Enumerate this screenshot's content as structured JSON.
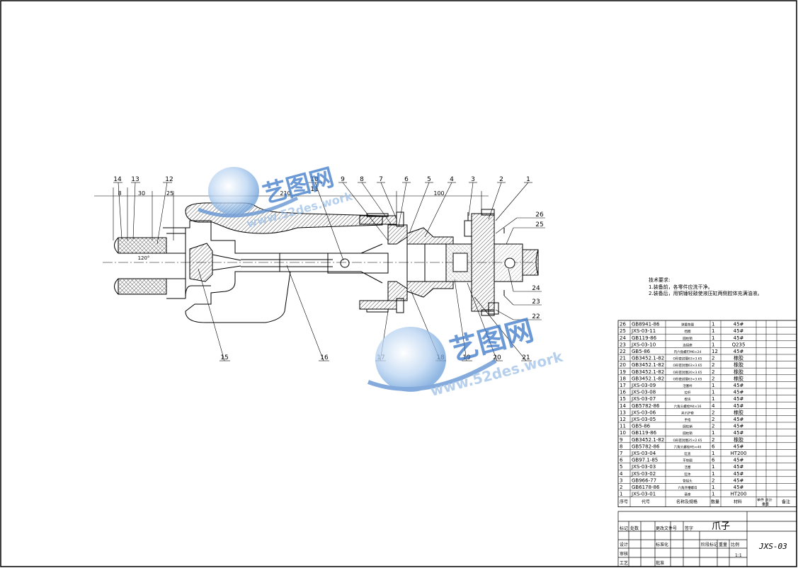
{
  "balloons": [
    "1",
    "2",
    "3",
    "4",
    "5",
    "6",
    "7",
    "8",
    "9",
    "10",
    "11",
    "12",
    "13",
    "14",
    "15",
    "16",
    "17",
    "18",
    "19",
    "20",
    "21",
    "22",
    "23",
    "24",
    "25",
    "26"
  ],
  "dimensions": {
    "d8": "8",
    "d30": "30",
    "d25": "25",
    "d210": "210",
    "d100": "100",
    "angle": "120°"
  },
  "technical_requirements": {
    "heading": "技术要求:",
    "items": [
      "1.装备前，各零件应洗干净。",
      "2.装备后，用铜锤轻敲使液压缸两侧腔体充满油液。"
    ]
  },
  "bom": {
    "rows": [
      {
        "no": "26",
        "code": "GB8941-86",
        "name": "弹簧垫圈",
        "qty": "1",
        "material": "45#"
      },
      {
        "no": "25",
        "code": "JXS-03-11",
        "name": "挡圈",
        "qty": "1",
        "material": "45#"
      },
      {
        "no": "24",
        "code": "GB119-86",
        "name": "圆柱销",
        "qty": "1",
        "material": "45#"
      },
      {
        "no": "23",
        "code": "JXS-03-10",
        "name": "连接座",
        "qty": "1",
        "material": "Q235"
      },
      {
        "no": "22",
        "code": "GB5-86",
        "name": "内六角螺钉M6×24",
        "qty": "12",
        "material": "45#"
      },
      {
        "no": "21",
        "code": "GB3452.1-82",
        "name": "O形密封圈63×3.65",
        "qty": "2",
        "material": "橡胶"
      },
      {
        "no": "20",
        "code": "GB3452.1-82",
        "name": "O形密封圈63×3.65",
        "qty": "2",
        "material": "橡胶"
      },
      {
        "no": "19",
        "code": "GB3452.1-82",
        "name": "O形密封圈20×3.65",
        "qty": "2",
        "material": "橡胶"
      },
      {
        "no": "18",
        "code": "GB3452.1-82",
        "name": "O形密封圈63×3.65",
        "qty": "2",
        "material": "橡胶"
      },
      {
        "no": "17",
        "code": "JXS-03-09",
        "name": "活塞杆",
        "qty": "1",
        "material": "45#"
      },
      {
        "no": "16",
        "code": "JXS-03-08",
        "name": "拉杆",
        "qty": "1",
        "material": "45#"
      },
      {
        "no": "15",
        "code": "JXS-03-07",
        "name": "楔块",
        "qty": "1",
        "material": "45#"
      },
      {
        "no": "14",
        "code": "GB5782-86",
        "name": "六角头螺栓M4×16",
        "qty": "4",
        "material": "45#"
      },
      {
        "no": "13",
        "code": "JXS-03-06",
        "name": "夹爪护套",
        "qty": "2",
        "material": "橡胶"
      },
      {
        "no": "12",
        "code": "JXS-03-05",
        "name": "手指",
        "qty": "2",
        "material": "45#"
      },
      {
        "no": "11",
        "code": "GB5-86",
        "name": "圆柱销",
        "qty": "2",
        "material": "45#"
      },
      {
        "no": "10",
        "code": "GB119-86",
        "name": "圆柱销",
        "qty": "1",
        "material": "45#"
      },
      {
        "no": "9",
        "code": "GB3452.1-82",
        "name": "O形密封圈25×2.65",
        "qty": "2",
        "material": "橡胶"
      },
      {
        "no": "8",
        "code": "GB5782-86",
        "name": "六角头螺栓M5×40",
        "qty": "6",
        "material": "45#"
      },
      {
        "no": "7",
        "code": "JXS-03-04",
        "name": "缸盖",
        "qty": "1",
        "material": "HT200"
      },
      {
        "no": "6",
        "code": "GB97.1-85",
        "name": "平垫圈",
        "qty": "6",
        "material": "45#"
      },
      {
        "no": "5",
        "code": "JXS-03-03",
        "name": "活塞",
        "qty": "1",
        "material": "45#"
      },
      {
        "no": "4",
        "code": "JXS-03-02",
        "name": "缸体",
        "qty": "1",
        "material": "45#"
      },
      {
        "no": "3",
        "code": "GB966-77",
        "name": "管接头",
        "qty": "2",
        "material": "45#"
      },
      {
        "no": "2",
        "code": "GB6178-86",
        "name": "六角开槽螺母",
        "qty": "1",
        "material": "45#"
      },
      {
        "no": "1",
        "code": "JXS-03-01",
        "name": "基座",
        "qty": "1",
        "material": "HT200"
      }
    ],
    "headers": {
      "no": "序号",
      "code": "代号",
      "name": "名称及规格",
      "qty": "数量",
      "material": "材料",
      "unit_weight": "单件",
      "total_weight": "总计",
      "weight": "重量",
      "remark": "备注"
    }
  },
  "title_block": {
    "title": "爪子",
    "drawing_no": "JXS-03",
    "labels": [
      "标记",
      "处数",
      "更改文件号",
      "签字",
      "设计",
      "标准化",
      "审核",
      "工艺",
      "批准",
      "阶段标记",
      "重量",
      "比例"
    ],
    "scale": "1:1"
  },
  "watermark": {
    "brand": "艺图网",
    "url": "www.52des.work"
  },
  "colors": {
    "line": "#000000",
    "hatch": "#000000",
    "watermark_blue": "#3a78c8",
    "watermark_light": "#9dbfe6"
  }
}
